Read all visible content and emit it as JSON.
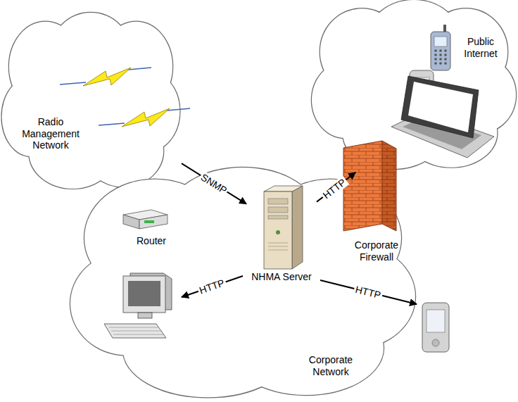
{
  "diagram": {
    "nodes": [
      {
        "text": [
          "Radio Management Network"
        ]
      },
      {
        "text": [
          "Public Internet"
        ]
      },
      {
        "text": [
          "Corporate Network"
        ]
      },
      {
        "text": [
          "Router"
        ],
        "in": 2
      },
      {
        "text": [
          "NHMA Server"
        ],
        "in": 2
      },
      {
        "text": [
          "Corporate Firewall"
        ],
        "in": 2
      }
    ],
    "edges": [
      {
        "from": 0,
        "to": 4,
        "arrow": "to",
        "label": "SNMP"
      },
      {
        "from": 4,
        "to": 1,
        "arrow": "to",
        "label": "HTTP"
      }
    ],
    "labels": [
      "HTTP",
      "HTTP"
    ]
  }
}
